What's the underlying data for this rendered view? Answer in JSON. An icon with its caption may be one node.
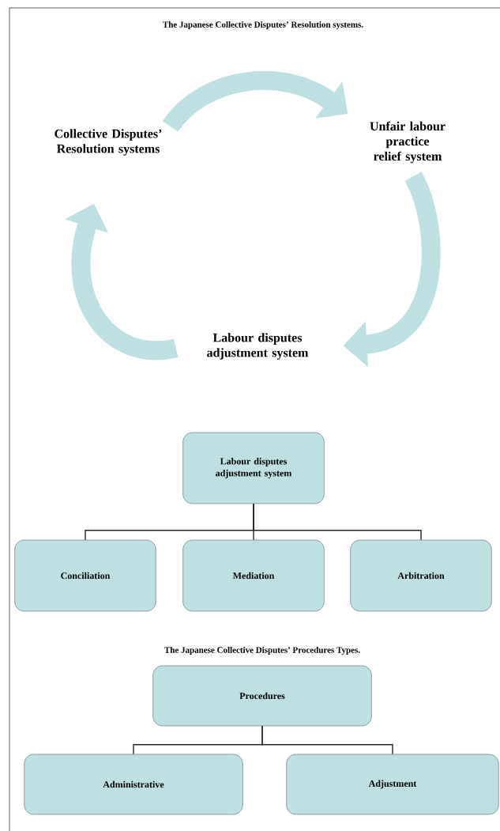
{
  "diagram": {
    "title": "The Japanese Collective Disputes’ Resolution systems.",
    "nodes": [
      {
        "text": [
          "Collective Disputes’ Resolution systems"
        ]
      },
      {
        "text": [
          "Unfair labour practice relief system"
        ]
      },
      {
        "text": [
          "Labour disputes adjustment system"
        ]
      },
      {
        "text": [
          "Labour disputes adjustment system"
        ]
      },
      {
        "text": [
          "Conciliation"
        ]
      },
      {
        "text": [
          "Mediation"
        ]
      },
      {
        "text": [
          "Arbitration"
        ]
      },
      {
        "text": [
          "Procedures"
        ]
      },
      {
        "text": [
          "Administrative"
        ]
      },
      {
        "text": [
          "Adjustment"
        ]
      }
    ],
    "edges": [
      {
        "from": 0,
        "to": 1,
        "arrow": "to",
        "style": "thick",
        "color": "#bde0e3"
      },
      {
        "from": 1,
        "to": 2,
        "arrow": "to",
        "style": "thick",
        "color": "#bde0e3"
      },
      {
        "from": 2,
        "to": 0,
        "arrow": "to",
        "style": "thick",
        "color": "#bde0e3"
      },
      {
        "from": 3,
        "to": 4,
        "arrow": "none"
      },
      {
        "from": 3,
        "to": 5,
        "arrow": "none"
      },
      {
        "from": 3,
        "to": 6,
        "arrow": "none"
      },
      {
        "from": 7,
        "to": 8,
        "arrow": "none"
      },
      {
        "from": 7,
        "to": 9,
        "arrow": "none"
      }
    ],
    "labels": [
      "The Japanese Collective Disputes’ Procedures Types."
    ]
  }
}
